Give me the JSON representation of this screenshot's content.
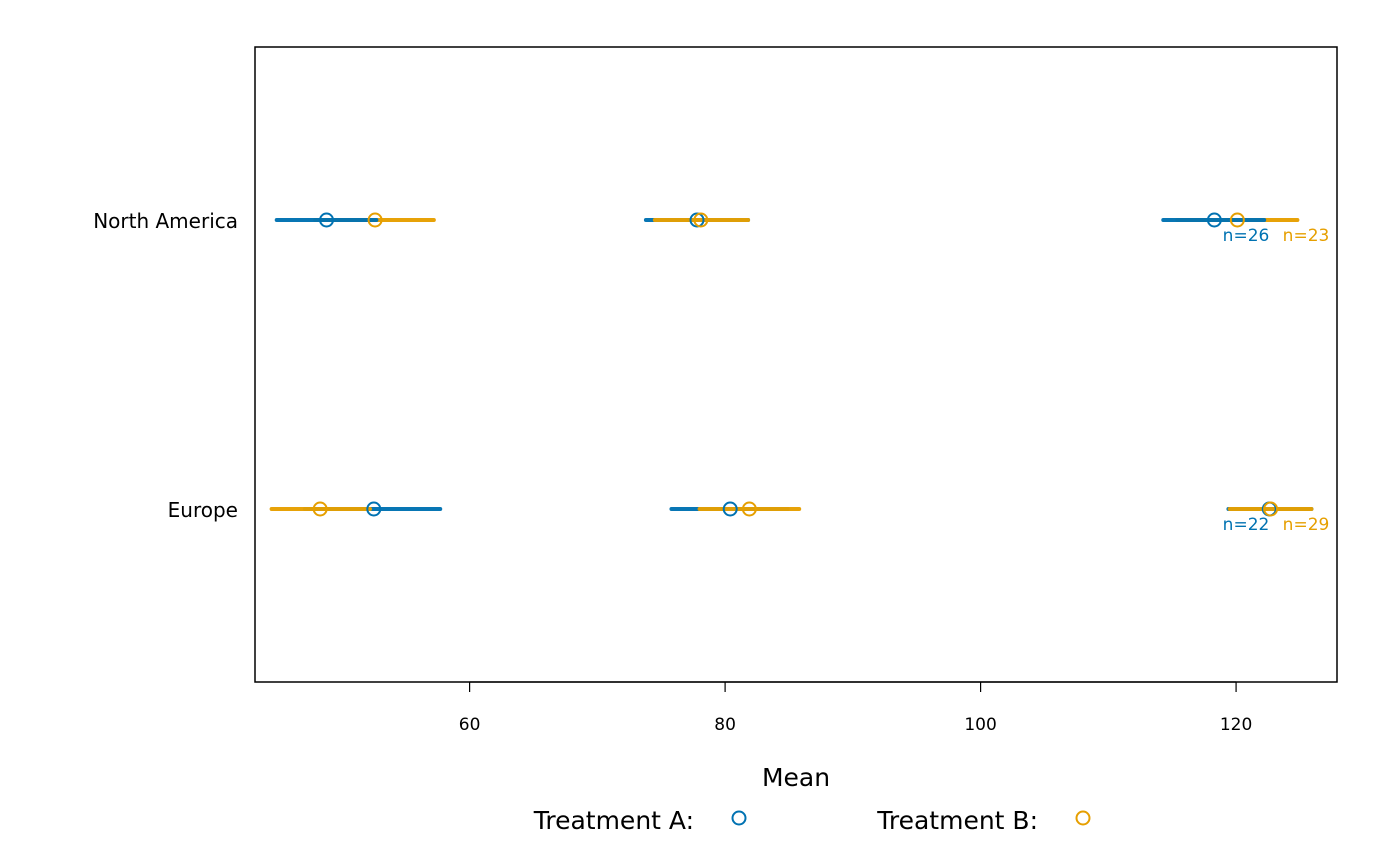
{
  "chart_data": {
    "type": "dot-interval",
    "xlabel": "Mean",
    "xlim": [
      43.2,
      127.9
    ],
    "xticks": [
      60,
      80,
      100,
      120
    ],
    "categories": [
      "North America",
      "Europe"
    ],
    "series": [
      {
        "name": "Treatment A:",
        "color": "#0072B2",
        "points": [
          {
            "category": "North America",
            "mean": 48.8,
            "low": 44.9,
            "high": 52.7
          },
          {
            "category": "North America",
            "mean": 77.8,
            "low": 73.8,
            "high": 81.8
          },
          {
            "category": "North America",
            "mean": 118.3,
            "low": 114.3,
            "high": 122.2
          },
          {
            "category": "Europe",
            "mean": 52.5,
            "low": 47.1,
            "high": 57.7
          },
          {
            "category": "Europe",
            "mean": 80.4,
            "low": 75.8,
            "high": 84.9
          },
          {
            "category": "Europe",
            "mean": 122.6,
            "low": 119.4,
            "high": 125.9
          }
        ]
      },
      {
        "name": "Treatment B:",
        "color": "#E69F00",
        "points": [
          {
            "category": "North America",
            "mean": 52.6,
            "low": 47.9,
            "high": 57.2
          },
          {
            "category": "North America",
            "mean": 78.1,
            "low": 74.5,
            "high": 81.8
          },
          {
            "category": "North America",
            "mean": 120.1,
            "low": 115.4,
            "high": 124.8
          },
          {
            "category": "Europe",
            "mean": 48.3,
            "low": 44.5,
            "high": 52.2
          },
          {
            "category": "Europe",
            "mean": 81.9,
            "low": 78.0,
            "high": 85.8
          },
          {
            "category": "Europe",
            "mean": 122.7,
            "low": 119.5,
            "high": 125.9
          }
        ]
      }
    ],
    "annotations": [
      {
        "category": "North America",
        "series": "Treatment A:",
        "text": "n=26"
      },
      {
        "category": "North America",
        "series": "Treatment B:",
        "text": "n=23"
      },
      {
        "category": "Europe",
        "series": "Treatment A:",
        "text": "n=22"
      },
      {
        "category": "Europe",
        "series": "Treatment B:",
        "text": "n=29"
      }
    ],
    "legend": {
      "placement": "bottom",
      "entries": [
        "Treatment A:",
        "Treatment B:"
      ]
    },
    "grid": false
  }
}
